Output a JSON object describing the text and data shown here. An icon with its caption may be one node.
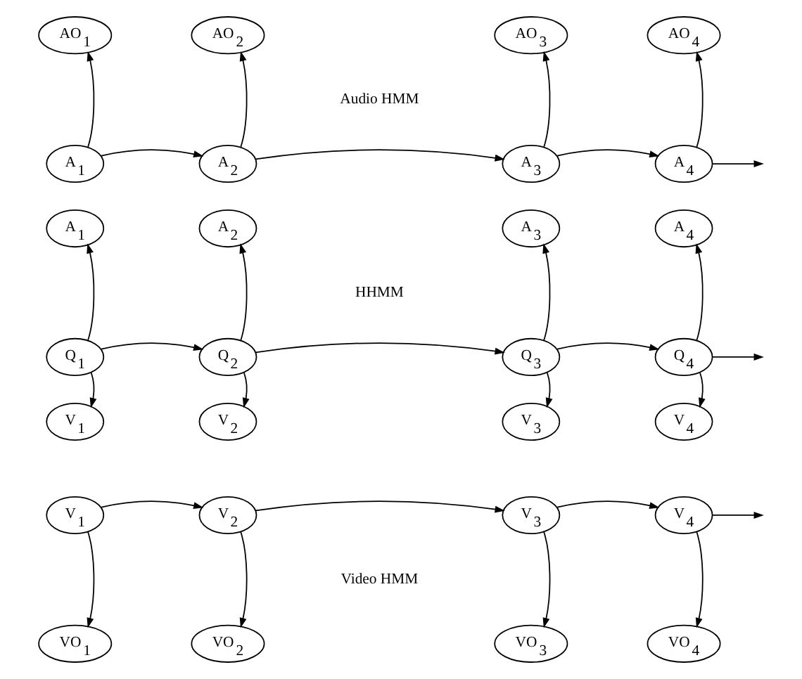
{
  "diagram": {
    "nodes": [
      {
        "text": [
          "AO$_{1}$"
        ]
      },
      {
        "text": [
          "AO$_{2}$"
        ]
      },
      {
        "text": [
          "AO$_{3}$"
        ]
      },
      {
        "text": [
          "AO$_{4}$"
        ]
      },
      {
        "text": [
          "A$_{1}$"
        ]
      },
      {
        "text": [
          "A$_{2}$"
        ]
      },
      {
        "text": [
          "A$_{3}$"
        ]
      },
      {
        "text": [
          "A$_{4}$"
        ]
      },
      {
        "text": [
          "A$_{1}$"
        ]
      },
      {
        "text": [
          "A$_{2}$"
        ]
      },
      {
        "text": [
          "A$_{3}$"
        ]
      },
      {
        "text": [
          "A$_{4}$"
        ]
      },
      {
        "text": [
          "Q$_{1}$"
        ]
      },
      {
        "text": [
          "Q$_{2}$"
        ]
      },
      {
        "text": [
          "Q$_{3}$"
        ]
      },
      {
        "text": [
          "Q$_{4}$"
        ]
      },
      {
        "text": [
          "V$_{1}$"
        ]
      },
      {
        "text": [
          "V$_{2}$"
        ]
      },
      {
        "text": [
          "V$_{3}$"
        ]
      },
      {
        "text": [
          "V$_{4}$"
        ]
      },
      {
        "text": [
          "V$_{1}$"
        ]
      },
      {
        "text": [
          "V$_{2}$"
        ]
      },
      {
        "text": [
          "V$_{3}$"
        ]
      },
      {
        "text": [
          "V$_{4}$"
        ]
      },
      {
        "text": [
          "VO$_{1}$"
        ]
      },
      {
        "text": [
          "VO$_{2}$"
        ]
      },
      {
        "text": [
          "VO$_{3}$"
        ]
      },
      {
        "text": [
          "VO$_{4}$"
        ]
      }
    ],
    "edges": [
      {
        "from": 4,
        "to": 0,
        "arrow": "to"
      },
      {
        "from": 5,
        "to": 1,
        "arrow": "to"
      },
      {
        "from": 6,
        "to": 2,
        "arrow": "to"
      },
      {
        "from": 7,
        "to": 3,
        "arrow": "to"
      },
      {
        "from": 4,
        "to": 5,
        "arrow": "to"
      },
      {
        "from": 5,
        "to": 6,
        "arrow": "to"
      },
      {
        "from": 6,
        "to": 7,
        "arrow": "to"
      },
      {
        "from": 7,
        "to": null,
        "arrow": "to"
      },
      {
        "from": 12,
        "to": 8,
        "arrow": "to"
      },
      {
        "from": 13,
        "to": 9,
        "arrow": "to"
      },
      {
        "from": 14,
        "to": 10,
        "arrow": "to"
      },
      {
        "from": 15,
        "to": 11,
        "arrow": "to"
      },
      {
        "from": 12,
        "to": 13,
        "arrow": "to"
      },
      {
        "from": 13,
        "to": 14,
        "arrow": "to"
      },
      {
        "from": 14,
        "to": 15,
        "arrow": "to"
      },
      {
        "from": 15,
        "to": null,
        "arrow": "to"
      },
      {
        "from": 12,
        "to": 16,
        "arrow": "to"
      },
      {
        "from": 13,
        "to": 17,
        "arrow": "to"
      },
      {
        "from": 14,
        "to": 18,
        "arrow": "to"
      },
      {
        "from": 15,
        "to": 19,
        "arrow": "to"
      },
      {
        "from": 20,
        "to": 21,
        "arrow": "to"
      },
      {
        "from": 21,
        "to": 22,
        "arrow": "to"
      },
      {
        "from": 22,
        "to": 23,
        "arrow": "to"
      },
      {
        "from": 23,
        "to": null,
        "arrow": "to"
      },
      {
        "from": 20,
        "to": 24,
        "arrow": "to"
      },
      {
        "from": 21,
        "to": 25,
        "arrow": "to"
      },
      {
        "from": 22,
        "to": 26,
        "arrow": "to"
      },
      {
        "from": 23,
        "to": 27,
        "arrow": "to"
      }
    ],
    "labels": [
      "Audio HMM",
      "HHMM",
      "Video HMM"
    ]
  }
}
